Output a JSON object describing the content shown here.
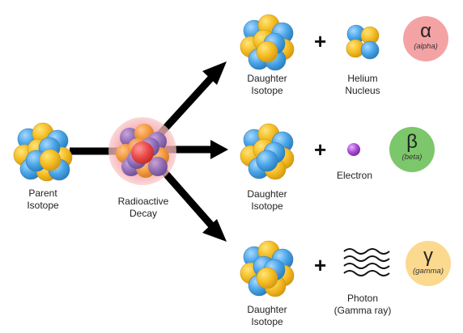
{
  "stages": {
    "parent": "Parent\nIsotope",
    "decay": "Radioactive\nDecay"
  },
  "branches": [
    {
      "daughter_label": "Daughter\nIsotope",
      "product_label": "Helium\nNucleus",
      "product_icon": "helium-nucleus-icon",
      "symbol": "α",
      "name": "(alpha)",
      "badge_color": "#f4a3a5"
    },
    {
      "daughter_label": "Daughter\nIsotope",
      "product_label": "Electron",
      "product_icon": "electron-icon",
      "symbol": "β",
      "name": "(beta)",
      "badge_color": "#7cc66b"
    },
    {
      "daughter_label": "Daughter\nIsotope",
      "product_label": "Photon\n(Gamma ray)",
      "product_icon": "wavy-lines-icon",
      "symbol": "γ",
      "name": "(gamma)",
      "badge_color": "#fbd98e"
    }
  ],
  "operator": "+",
  "colors": {
    "proton": "#f5be25",
    "neutron": "#4aa6e8",
    "electron": "#a64ad0",
    "decay_glow": "#f4a7ab",
    "decay_core": "#ec4b4b",
    "arrow": "#000000"
  }
}
